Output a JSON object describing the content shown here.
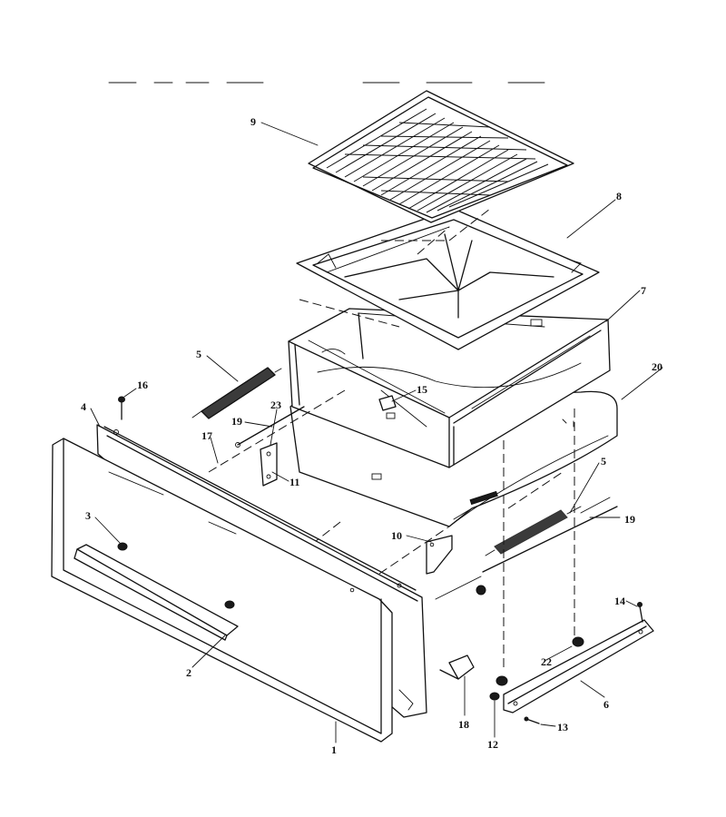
{
  "callouts": [
    {
      "id": "c1",
      "text": "1"
    },
    {
      "id": "c2",
      "text": "2"
    },
    {
      "id": "c3",
      "text": "3"
    },
    {
      "id": "c4",
      "text": "4"
    },
    {
      "id": "c5a",
      "text": "5"
    },
    {
      "id": "c5b",
      "text": "5"
    },
    {
      "id": "c6",
      "text": "6"
    },
    {
      "id": "c7",
      "text": "7"
    },
    {
      "id": "c8",
      "text": "8"
    },
    {
      "id": "c9",
      "text": "9"
    },
    {
      "id": "c10",
      "text": "10"
    },
    {
      "id": "c11",
      "text": "11"
    },
    {
      "id": "c12",
      "text": "12"
    },
    {
      "id": "c13",
      "text": "13"
    },
    {
      "id": "c14",
      "text": "14"
    },
    {
      "id": "c15",
      "text": "15"
    },
    {
      "id": "c16",
      "text": "16"
    },
    {
      "id": "c17",
      "text": "17"
    },
    {
      "id": "c18",
      "text": "18"
    },
    {
      "id": "c19a",
      "text": "19"
    },
    {
      "id": "c19b",
      "text": "19"
    },
    {
      "id": "c20",
      "text": "20"
    },
    {
      "id": "c22",
      "text": "22"
    },
    {
      "id": "c23",
      "text": "23"
    }
  ]
}
